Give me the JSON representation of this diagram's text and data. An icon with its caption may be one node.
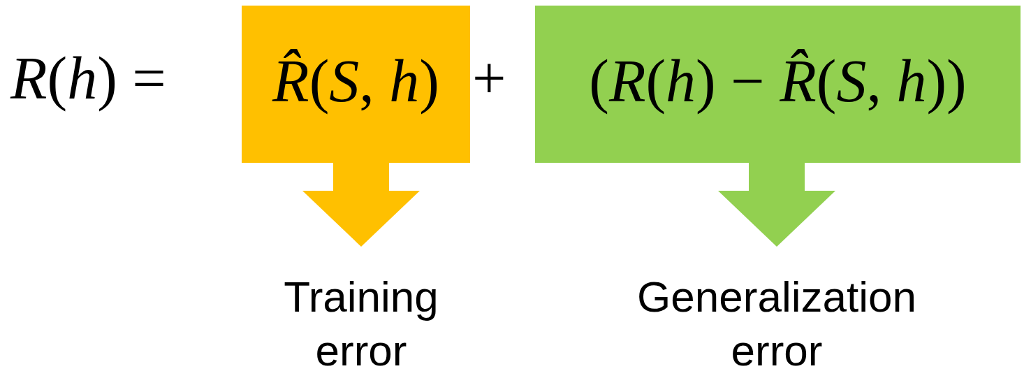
{
  "diagram": {
    "nodes": [
      {
        "text": [
          "*R̂*(*S*, *h*)"
        ]
      },
      {
        "text": [
          "(*R*(*h*) − *R̂*(*S*, *h*))"
        ]
      },
      {
        "text": [
          "Training error"
        ]
      },
      {
        "text": [
          "Generalization error"
        ]
      }
    ],
    "edges": [
      {
        "from": 0,
        "to": 2,
        "arrow": "to",
        "color": "#ffc000"
      },
      {
        "from": 1,
        "to": 3,
        "arrow": "to",
        "color": "#92d050"
      }
    ],
    "labels": [
      "*R*(*h*) =",
      "+"
    ]
  }
}
